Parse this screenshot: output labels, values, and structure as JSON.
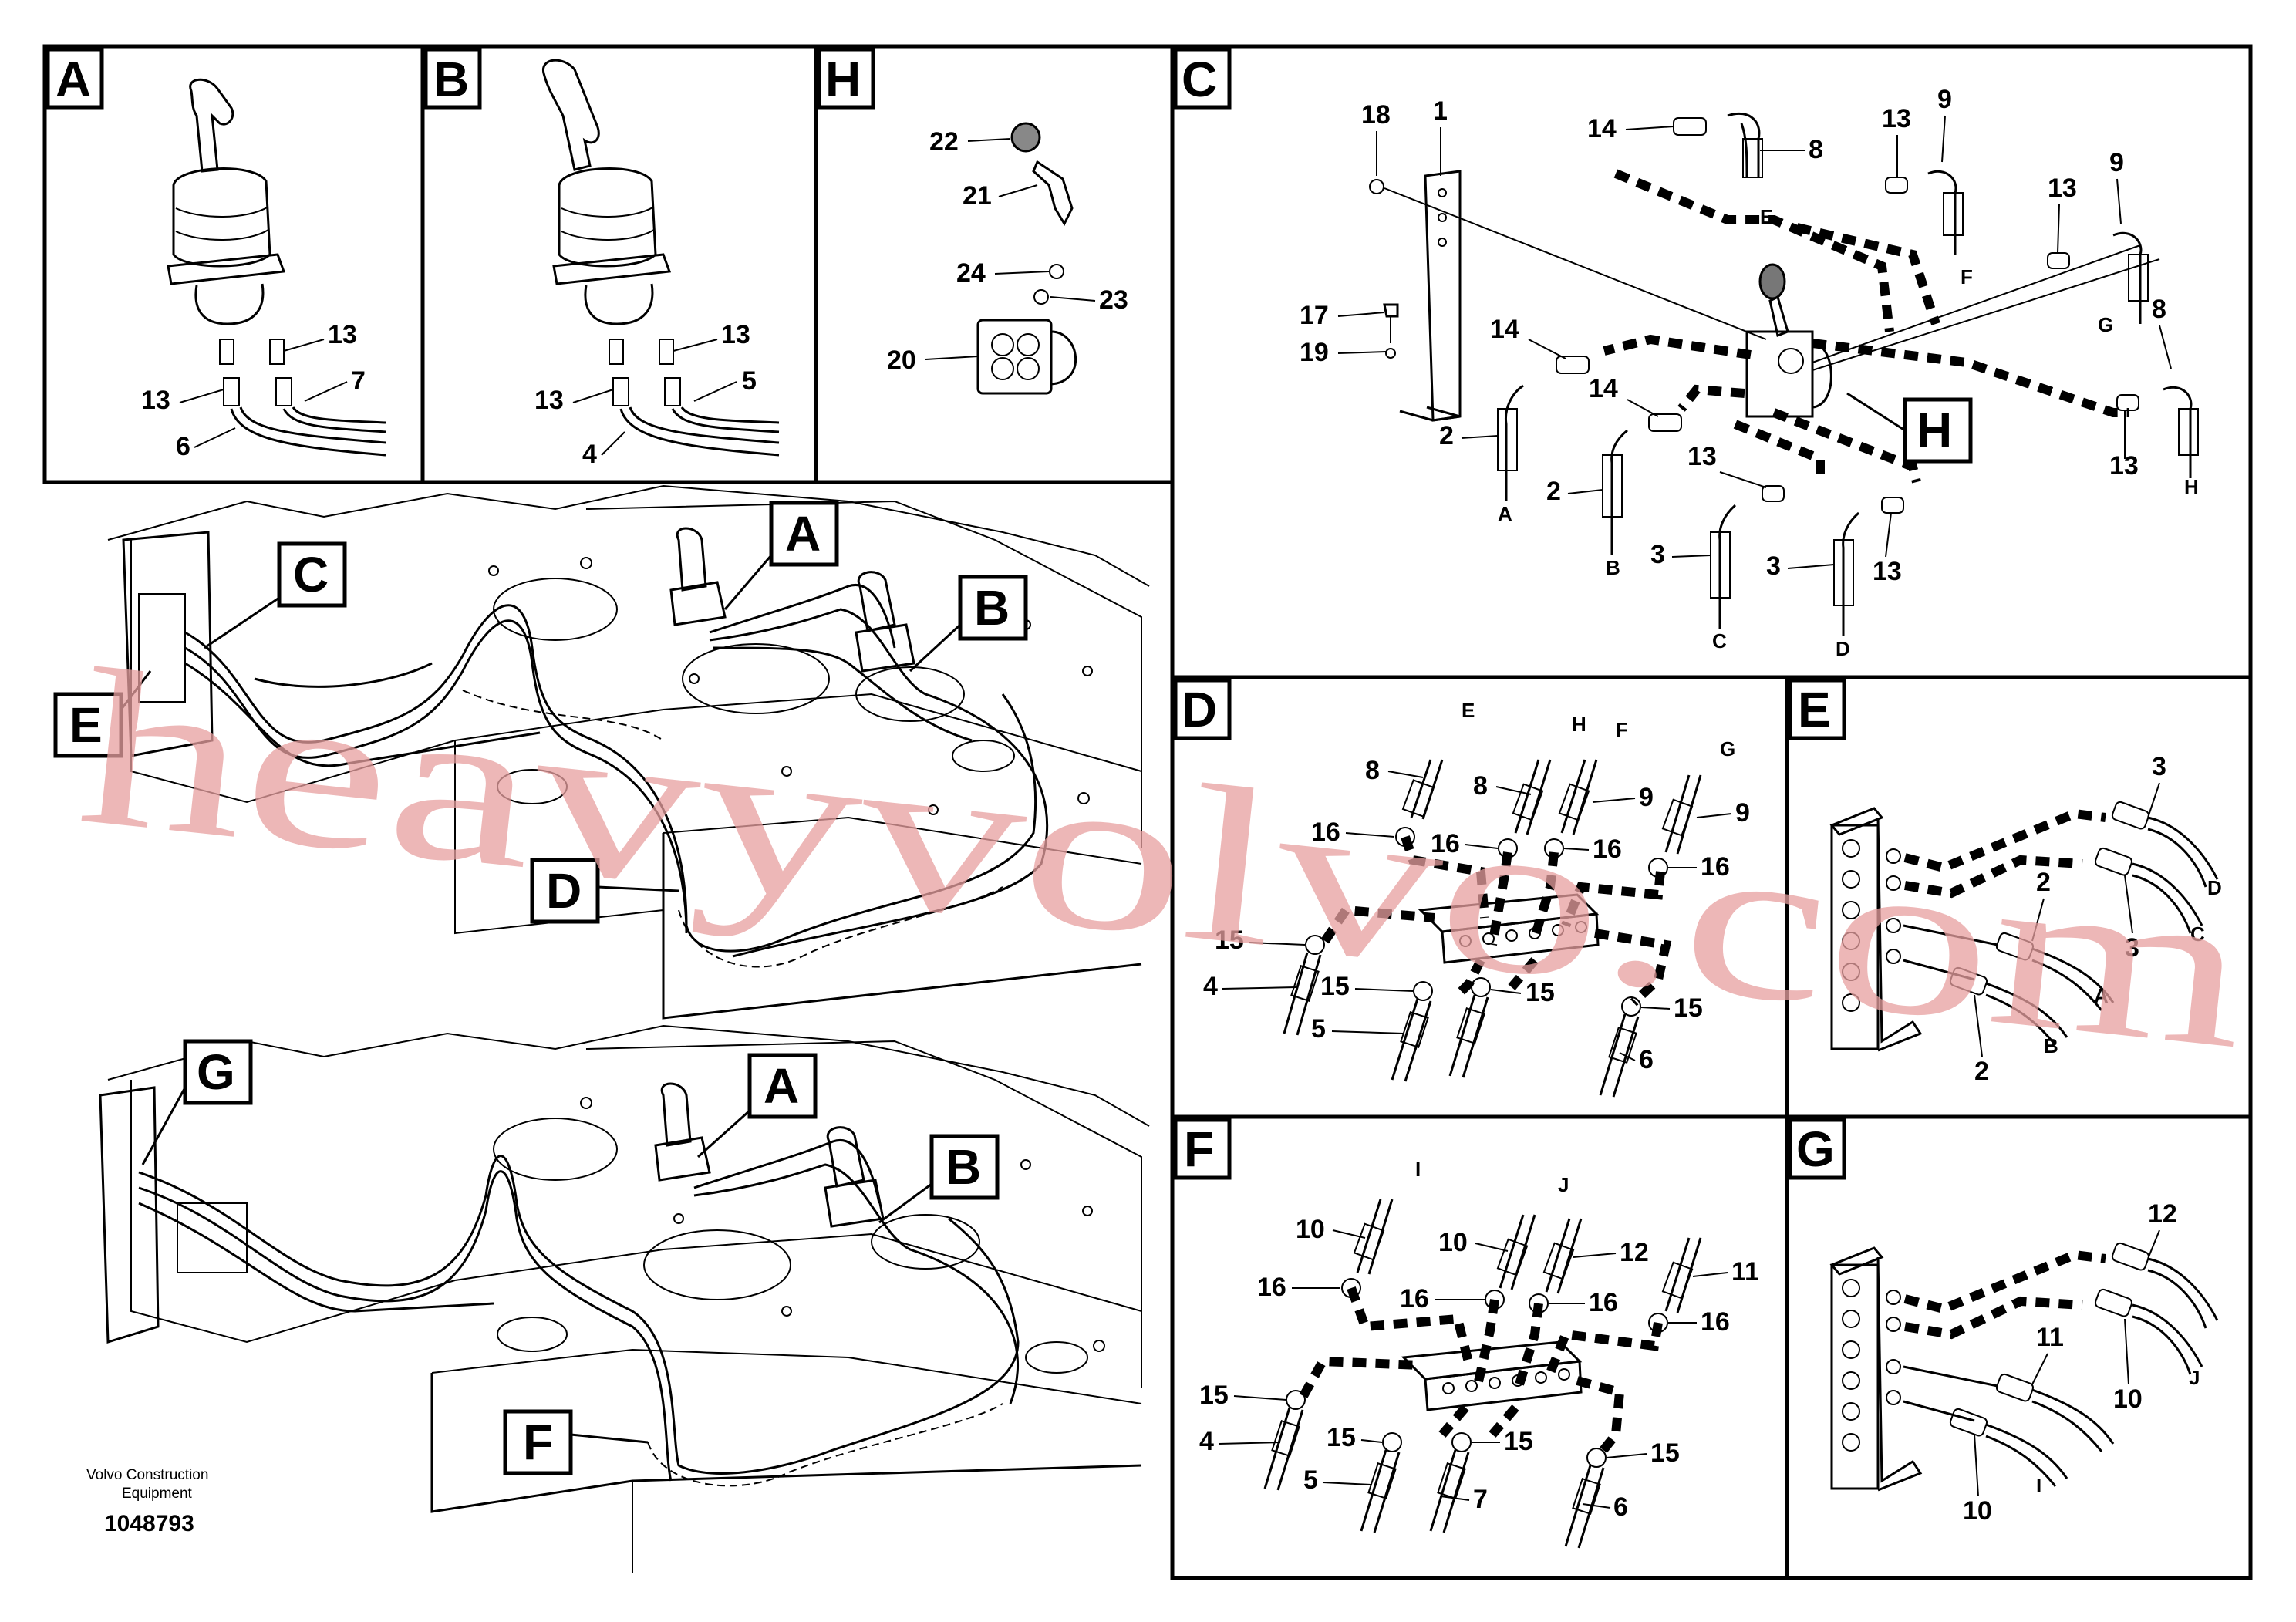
{
  "panels": {
    "A": {
      "tag": "A",
      "labels": [
        "13",
        "13",
        "6",
        "7"
      ]
    },
    "B": {
      "tag": "B",
      "labels": [
        "13",
        "13",
        "4",
        "5"
      ]
    },
    "H": {
      "tag": "H",
      "labels": [
        "22",
        "21",
        "24",
        "23",
        "20"
      ]
    },
    "C": {
      "tag": "C",
      "labels": [
        "18",
        "1",
        "14",
        "8",
        "13",
        "9",
        "E",
        "F",
        "13",
        "9",
        "17",
        "19",
        "14",
        "14",
        "G",
        "8",
        "2",
        "H",
        "2",
        "13",
        "13",
        "A",
        "B",
        "3",
        "3",
        "13",
        "C",
        "D",
        "13",
        "H"
      ]
    },
    "D": {
      "tag": "D",
      "labels": [
        "E",
        "H",
        "F",
        "G",
        "8",
        "8",
        "9",
        "9",
        "16",
        "16",
        "16",
        "16",
        "15",
        "4",
        "15",
        "15",
        "15",
        "5",
        "6"
      ]
    },
    "E": {
      "tag": "E",
      "labels": [
        "3",
        "2",
        "D",
        "3",
        "C",
        "A",
        "2",
        "B"
      ]
    },
    "F": {
      "tag": "F",
      "labels": [
        "I",
        "J",
        "10",
        "10",
        "12",
        "11",
        "16",
        "16",
        "16",
        "16",
        "15",
        "4",
        "15",
        "15",
        "15",
        "5",
        "7",
        "6"
      ]
    },
    "G": {
      "tag": "G",
      "labels": [
        "12",
        "11",
        "10",
        "J",
        "10",
        "I"
      ]
    }
  },
  "overview": {
    "top_callouts": [
      "C",
      "A",
      "B",
      "E",
      "D"
    ],
    "bottom_callouts": [
      "G",
      "A",
      "B",
      "F"
    ]
  },
  "footer": {
    "company_line1": "Volvo Construction",
    "company_line2": "Equipment",
    "drawing_number": "1048793"
  },
  "watermark": "heavyvolvo.com"
}
